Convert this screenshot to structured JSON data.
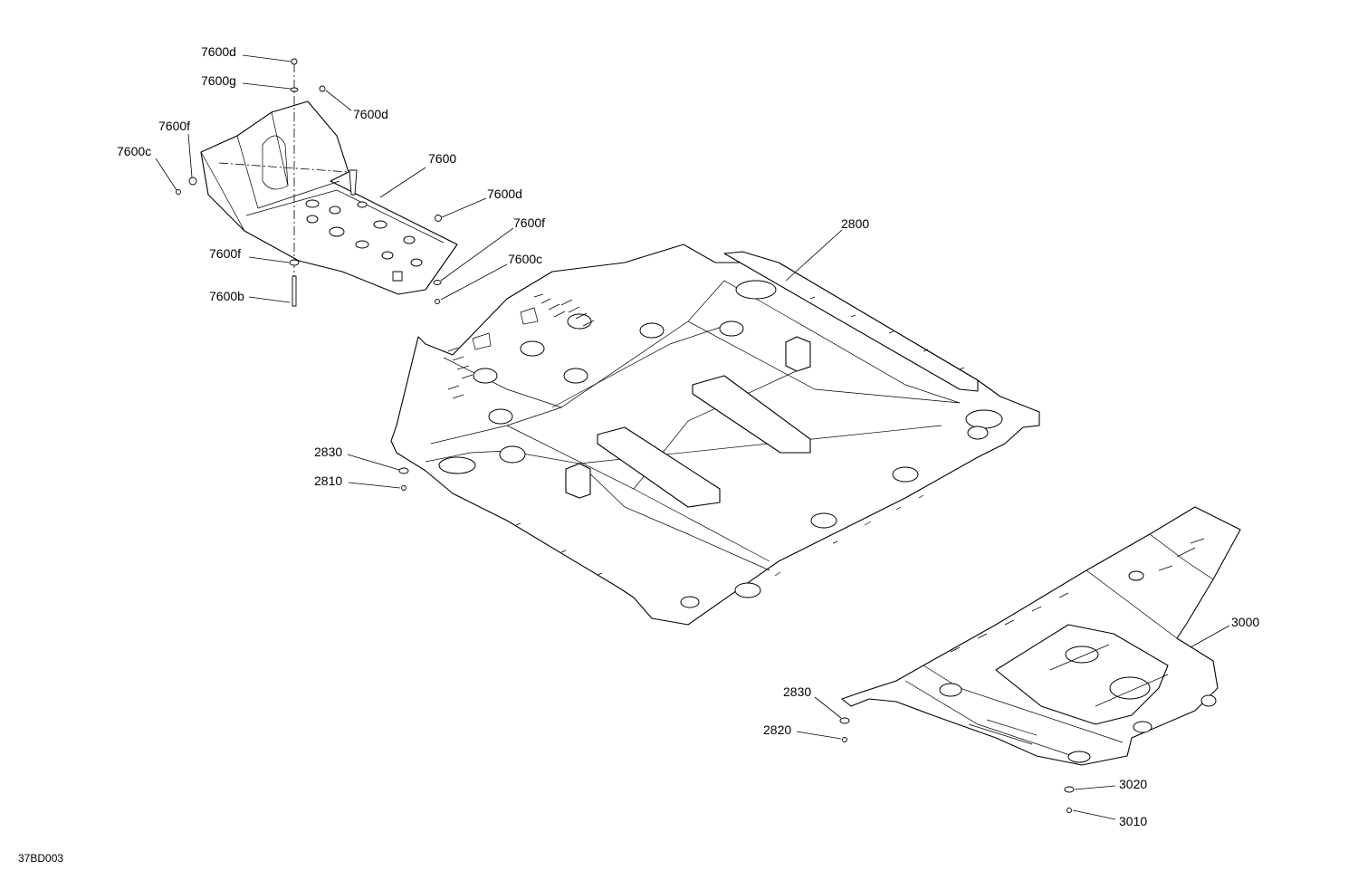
{
  "diagram_code": "37BD003",
  "callouts": [
    {
      "id": "c-7600d-top",
      "text": "7600d"
    },
    {
      "id": "c-7600g",
      "text": "7600g"
    },
    {
      "id": "c-7600d-right",
      "text": "7600d"
    },
    {
      "id": "c-7600f-top",
      "text": "7600f"
    },
    {
      "id": "c-7600c-left",
      "text": "7600c"
    },
    {
      "id": "c-7600",
      "text": "7600"
    },
    {
      "id": "c-7600d-mid",
      "text": "7600d"
    },
    {
      "id": "c-7600f-right",
      "text": "7600f"
    },
    {
      "id": "c-7600f-left",
      "text": "7600f"
    },
    {
      "id": "c-7600c-right",
      "text": "7600c"
    },
    {
      "id": "c-7600b",
      "text": "7600b"
    },
    {
      "id": "c-2800",
      "text": "2800"
    },
    {
      "id": "c-2830-a",
      "text": "2830"
    },
    {
      "id": "c-2810",
      "text": "2810"
    },
    {
      "id": "c-3000",
      "text": "3000"
    },
    {
      "id": "c-2830-b",
      "text": "2830"
    },
    {
      "id": "c-2820",
      "text": "2820"
    },
    {
      "id": "c-3020",
      "text": "3020"
    },
    {
      "id": "c-3010",
      "text": "3010"
    }
  ]
}
